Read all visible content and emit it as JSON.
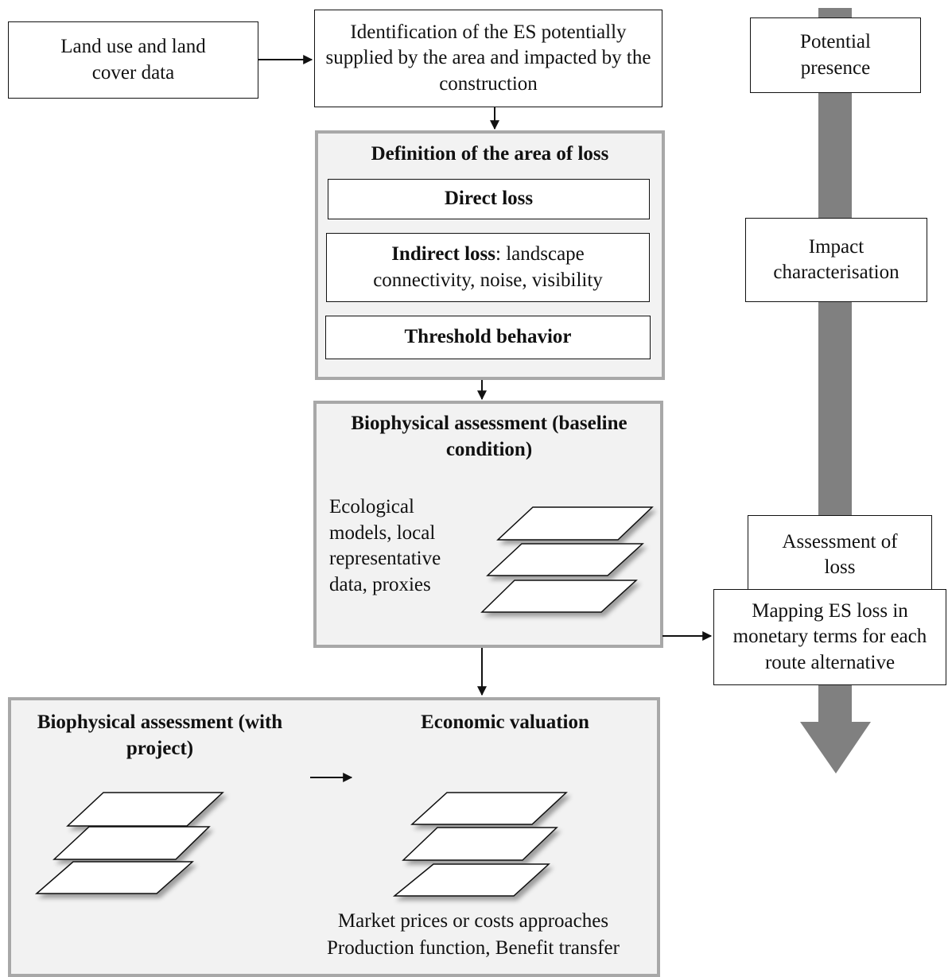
{
  "nodes": {
    "land_use": "Land use and land cover data",
    "identification": "Identification of the ES potentially supplied by the area and impacted by the construction",
    "mapping": "Mapping ES loss in monetary terms for each route alternative"
  },
  "definition_panel": {
    "title": "Definition of the area of loss",
    "direct_loss": "Direct loss",
    "indirect_loss_bold": "Indirect loss",
    "indirect_loss_rest": ": landscape connectivity, noise, visibility",
    "threshold": "Threshold behavior"
  },
  "baseline_panel": {
    "title": "Biophysical assessment (baseline condition)",
    "methods": "Ecological models, local representative data, proxies"
  },
  "project_panel": {
    "biophysical_title": "Biophysical assessment (with project)",
    "economic_title": "Economic valuation",
    "approaches_line1": "Market prices or costs approaches",
    "approaches_line2": "Production function, Benefit transfer"
  },
  "stages": {
    "potential": "Potential presence",
    "impact": "Impact characterisation",
    "loss": "Assessment of loss"
  },
  "colors": {
    "big_arrow": "#808080",
    "panel_fill": "#f2f2f2",
    "panel_border": "#a8a8a8"
  }
}
